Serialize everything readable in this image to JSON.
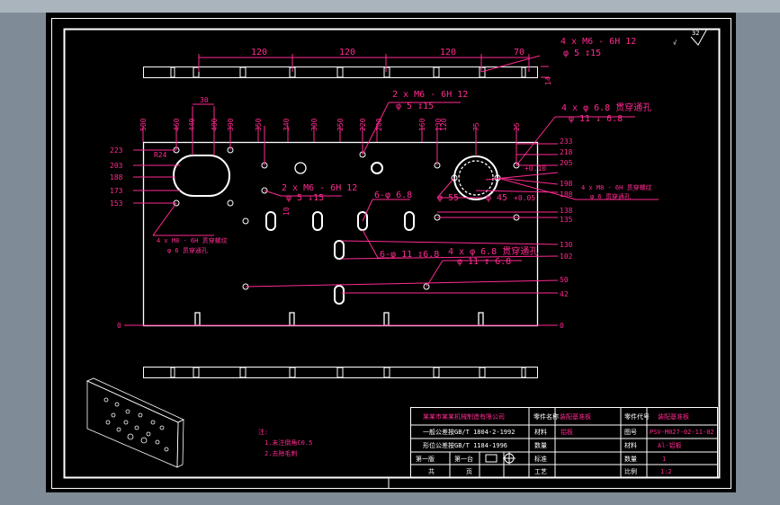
{
  "drawing": {
    "colors": {
      "sheet": "#000000",
      "geometry": "#ffffff",
      "dimension": "#ff2a90",
      "window": "#7f8c97"
    },
    "top_dims": [
      "120",
      "120",
      "120",
      "70"
    ],
    "top_callout": {
      "l1": "4 x  M6 - 6H 12",
      "l2": "φ 5 ↧15"
    },
    "side_dim": "14",
    "roughness": "32",
    "col_dims": [
      "500",
      "460",
      "440",
      "400",
      "390",
      "350",
      "340",
      "300",
      "250",
      "220",
      "200",
      "160",
      "130",
      "120",
      "75",
      "25"
    ],
    "dim_30": "30",
    "dim_r24": "R24",
    "row_dims_left": [
      "223",
      "203",
      "188",
      "173",
      "153"
    ],
    "row_dims_right": [
      "233",
      "218",
      "205",
      "198",
      "188",
      "138",
      "135",
      "130",
      "102",
      "50",
      "42"
    ],
    "zero_left": "0",
    "zero_right": "0",
    "dim_10": "10",
    "callout_mid_top": {
      "l1": "2 x  M6 - 6H 12",
      "l2": "φ 5 ↧15"
    },
    "callout_mid": {
      "l1": "2 x  M6 - 6H 12",
      "l2": "φ 5 ↧15"
    },
    "callout_66": "6-φ 6.8",
    "callout_611": "6-φ 11 ↧6.8",
    "callout_4x_lower": {
      "l1": "4 x φ 6.8 贯穿通孔",
      "l2": "φ 11 ↧ 6.8"
    },
    "callout_4x_right": {
      "l1": "4 x φ  6.8 贯穿通孔",
      "l2": "φ 11 ↧ 6.8"
    },
    "callout_left_bottom": {
      "l1": "4 x  M8 - 6H 贯穿螺纹",
      "l2": "φ 6 贯穿通孔"
    },
    "callout_right_mid": {
      "l1": "4 x  M8 - 6H 贯穿螺纹",
      "l2": "φ 6 贯穿通孔"
    },
    "dim_55": "φ 55",
    "dim_45": "φ 45",
    "dim_45_tol": "+0.05",
    "tol_side": "+0.10",
    "dim_75": "75"
  },
  "notes": {
    "title": "注:",
    "line1": "1.未注倒角C0.5",
    "line2": "2.去除毛刺"
  },
  "title_block": {
    "company": "某某市某某机械制造有限公司",
    "std1": "一般公差按GB/T 1804-2-1992",
    "std2": "形位公差按GB/T 1184-1996",
    "r_scale": "第一版",
    "r_part": "第一台",
    "r_bottom1": "共",
    "r_bottom2": "页",
    "c2_1": "零件名称",
    "c2_2": "装配基准板",
    "c2_3": "材料",
    "c2_4": "铝板",
    "c2_5": "数量",
    "c2_6": "标准",
    "c2_7": "工艺",
    "c3_1": "零件代号",
    "c3_2": "装配基准板",
    "c3_3": "图号",
    "c3_4": "PSV-M027-02-11-02",
    "c3_5": "材料",
    "c3_6": "Al-铝板",
    "c3_7": "数量",
    "c3_8": "1",
    "c3_9": "比例",
    "c3_10": "1:2"
  }
}
